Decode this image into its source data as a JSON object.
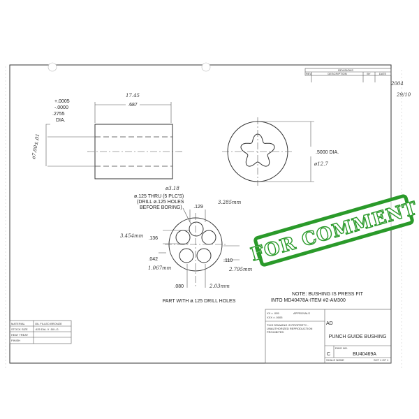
{
  "revisions": {
    "title": "REVISIONS",
    "cols": [
      "REV",
      "DESCRIPTION",
      "BY",
      "DATE"
    ]
  },
  "side_view": {
    "length_handwritten": "17.45",
    "length": ".687",
    "tol_plus": "+.0005",
    "tol_minus": "-.0000",
    "dia": ".2755",
    "dia_label": "DIA.",
    "dia_handwritten": "ø7.00±.01"
  },
  "end_view": {
    "dia": ".5000 DIA.",
    "dia_handwritten": "ø12.7"
  },
  "hole_view": {
    "hole_handwritten": "ø3.18",
    "hole_note": [
      "ø.125 THRU (5 PLC'S)",
      "(DRILL ø.125 HOLES",
      "BEFORE BORING)"
    ],
    "dim_129": ".129",
    "dim_129_mm": "3.285mm",
    "dim_136": ".136",
    "dim_136_mm": "3.454mm",
    "dim_042": ".042",
    "dim_042_mm": "1.067mm",
    "dim_110": ".110",
    "dim_110_mm": "2.795mm",
    "dim_080": ".080",
    "dim_080_mm": "2.03mm",
    "caption": "PART WITH ø.125 DRILL HOLES"
  },
  "margin_handwritten": [
    "2004",
    "29/10"
  ],
  "note": [
    "NOTE: BUSHING IS PRESS FIT",
    "INTO MD40478A-ITEM #2-AM300"
  ],
  "material_block": [
    {
      "label": "MATERIAL",
      "value": "OIL FILLED BRONZE"
    },
    {
      "label": "STOCK SIZE",
      "value": ".625 DIA. X .50 LG."
    },
    {
      "label": "HEAT TREAT",
      "value": ""
    },
    {
      "label": "FINISH",
      "value": ""
    }
  ],
  "title_block": {
    "tolerance": [
      "XX ± .005",
      "XXX ± .0005"
    ],
    "approvals": "APPROVALS",
    "title": "PUNCH GUIDE BUSHING",
    "title_prefix": "AD",
    "size": "C",
    "dwg_no_label": "DWG NO.",
    "dwg_no": "BU40469A",
    "scale": "SCALE NONE",
    "sheet": "SHT 1 OF 1",
    "legal": "THIS DRAWING IS PROPERTY... UNAUTHORIZED REPRODUCTION PROHIBITED"
  },
  "stamp": {
    "text": "FOR COMMENT",
    "color": "#2a9a2a"
  }
}
